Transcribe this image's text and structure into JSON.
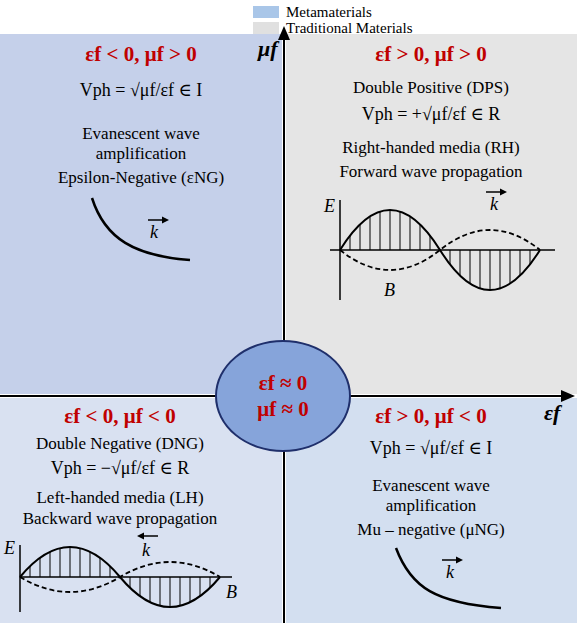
{
  "diagram": {
    "nodes": [
      {
        "text": [
          "εf < 0, μf > 0",
          "Vph = √μf/εf ∈ I",
          "Evanescent wave amplification",
          "Epsilon-Negative (εNG)"
        ]
      },
      {
        "text": [
          "εf > 0, μf > 0",
          "Double Positive (DPS)",
          "Vph = +√μf/εf ∈ R",
          "Right-handed media (RH)",
          "Forward wave propagation"
        ]
      },
      {
        "text": [
          "εf < 0, μf < 0",
          "Double Negative (DNG)",
          "Vph = −√μf/εf ∈ R",
          "Left-handed media (LH)",
          "Backward wave propagation"
        ]
      },
      {
        "text": [
          "εf > 0, μf < 0",
          "Vph = √μf/εf ∈ I",
          "Evanescent wave amplification",
          "Mu – negative (μNG)"
        ]
      },
      {
        "text": [
          "εf ≈ 0",
          "μf ≈ 0"
        ]
      }
    ],
    "labels": [
      "μf",
      "k",
      "E",
      "k",
      "B",
      "εf",
      "E",
      "k",
      "B",
      "k"
    ],
    "legend": [
      {
        "text": "Metamaterials",
        "color": "#a9c6e8"
      },
      {
        "text": "Traditional Materials",
        "color": "#e0e0e0"
      }
    ]
  }
}
